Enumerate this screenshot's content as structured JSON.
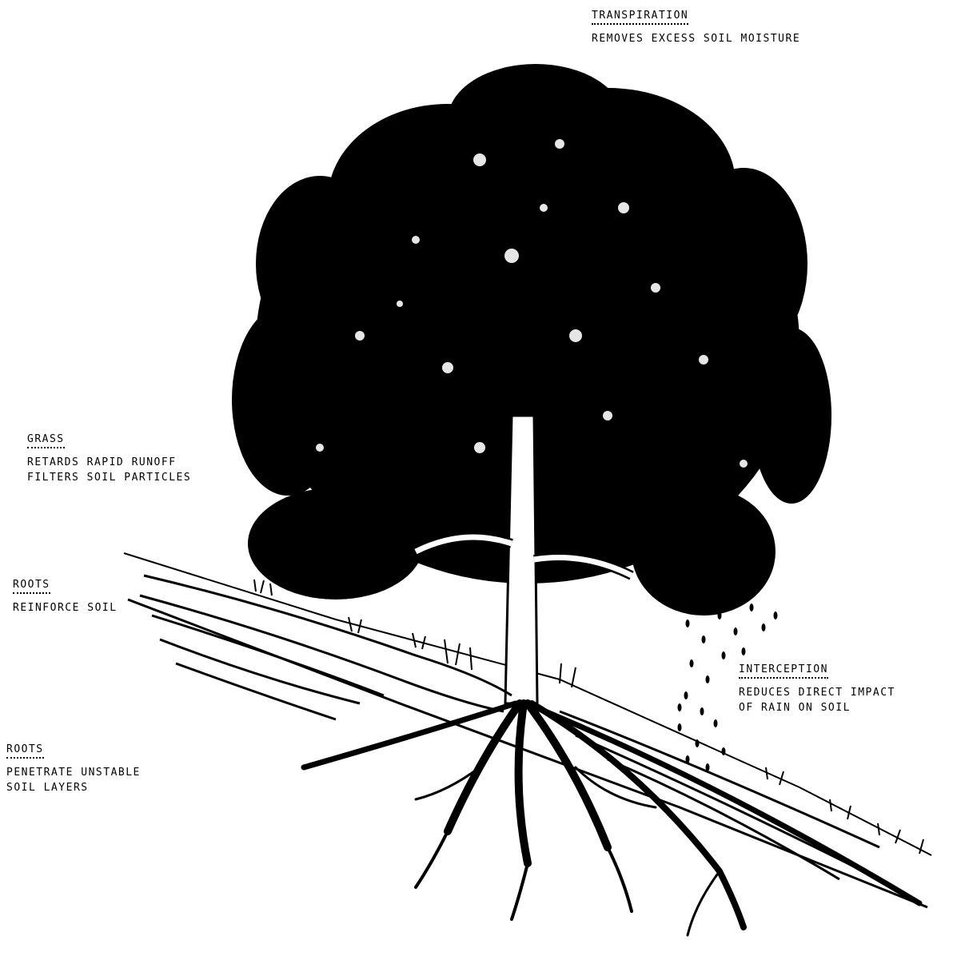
{
  "labels": {
    "transpiration": {
      "heading": "TRANSPIRATION",
      "lines": [
        "REMOVES EXCESS SOIL MOISTURE"
      ]
    },
    "grass": {
      "heading": "GRASS",
      "lines": [
        "RETARDS RAPID RUNOFF",
        "FILTERS SOIL PARTICLES"
      ]
    },
    "roots_reinforce": {
      "heading": "ROOTS",
      "lines": [
        "REINFORCE SOIL"
      ]
    },
    "interception": {
      "heading": "INTERCEPTION",
      "lines": [
        "REDUCES DIRECT IMPACT",
        "OF RAIN ON SOIL"
      ]
    },
    "roots_penetrate": {
      "heading": "ROOTS",
      "lines": [
        "PENETRATE UNSTABLE",
        "SOIL LAYERS"
      ]
    }
  },
  "colors": {
    "ink": "#000000",
    "paper": "#ffffff"
  }
}
